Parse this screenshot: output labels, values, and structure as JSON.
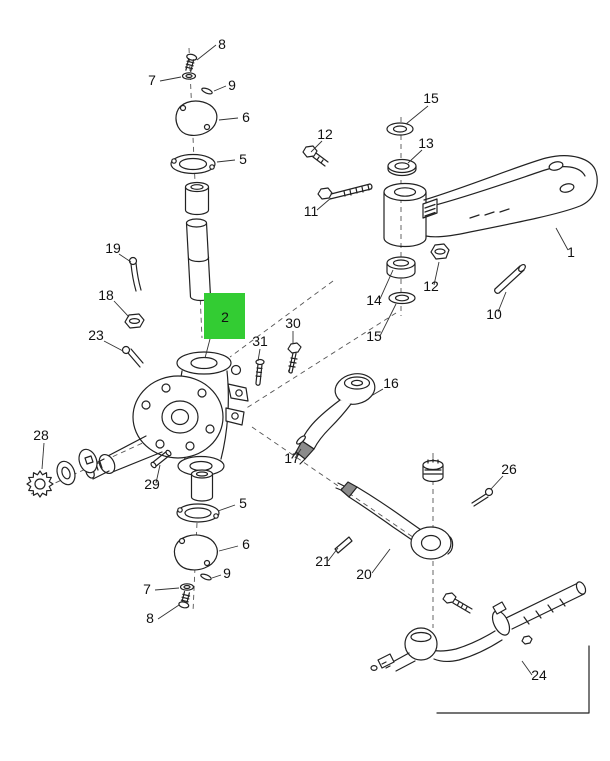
{
  "figure": {
    "kind": "exploded-parts-diagram",
    "subject": "steering knuckle and tie rod assembly",
    "background_color": "#ffffff",
    "line_color": "#222222"
  },
  "highlight": {
    "color": "#33cc33",
    "selected_callout": "2"
  },
  "callouts": [
    {
      "label": "8"
    },
    {
      "label": "7"
    },
    {
      "label": "9"
    },
    {
      "label": "6"
    },
    {
      "label": "5"
    },
    {
      "label": "12"
    },
    {
      "label": "15"
    },
    {
      "label": "13"
    },
    {
      "label": "11"
    },
    {
      "label": "1"
    },
    {
      "label": "19"
    },
    {
      "label": "18"
    },
    {
      "label": "14"
    },
    {
      "label": "12"
    },
    {
      "label": "10"
    },
    {
      "label": "15"
    },
    {
      "label": "23"
    },
    {
      "label": "2"
    },
    {
      "label": "31"
    },
    {
      "label": "30"
    },
    {
      "label": "16"
    },
    {
      "label": "17"
    },
    {
      "label": "28"
    },
    {
      "label": "29"
    },
    {
      "label": "5"
    },
    {
      "label": "26"
    },
    {
      "label": "6"
    },
    {
      "label": "21"
    },
    {
      "label": "20"
    },
    {
      "label": "9"
    },
    {
      "label": "7"
    },
    {
      "label": "8"
    },
    {
      "label": "24"
    }
  ]
}
